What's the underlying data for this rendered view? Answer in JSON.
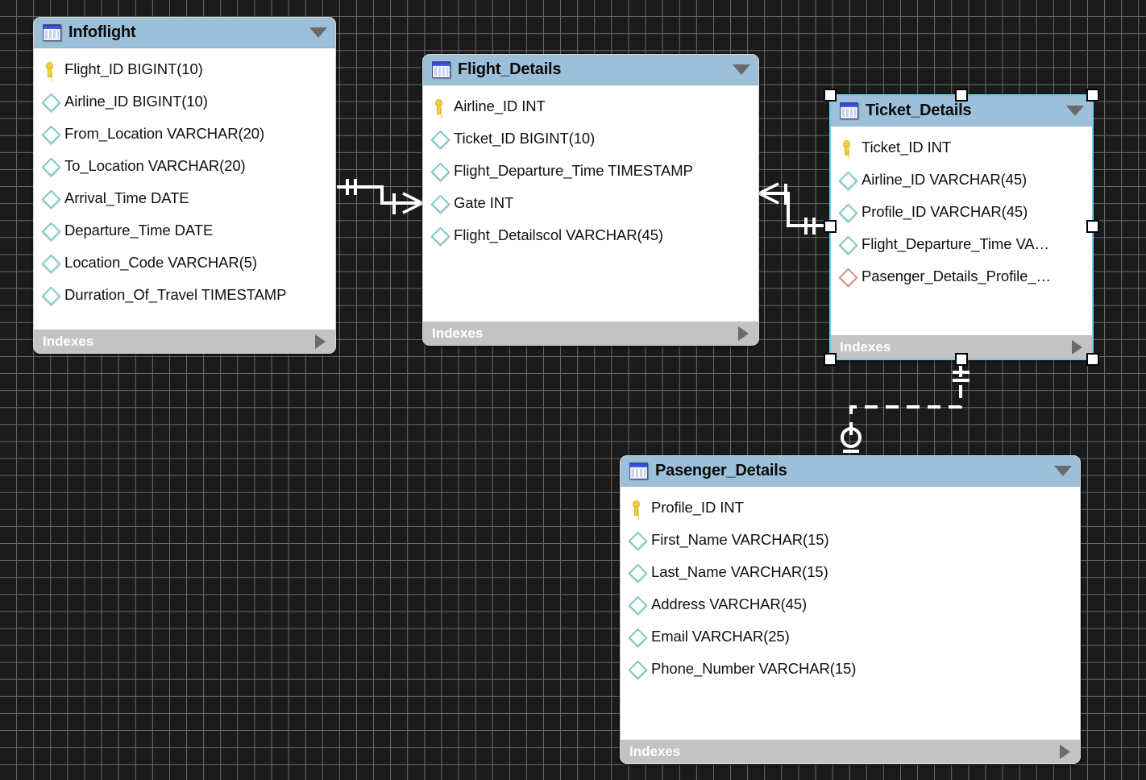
{
  "app": {
    "canvas_background": "#1b1b1b",
    "grid_color": "#6a6a6a",
    "header_color": "#9cc0da",
    "footer_color": "#c3c3c3",
    "selection_color": "#6fd0e8",
    "pk_icon_color": "#f2cf3f",
    "column_icon_color": "#7fc7c7",
    "fk_icon_color": "#e08c80"
  },
  "diagram": {
    "type": "eer-diagram",
    "tables": [
      {
        "name": "Infoflight",
        "icon": "table-icon",
        "collapse_icon": "chevron-down-icon",
        "selected": false,
        "footer_label": "Indexes",
        "footer_icon": "chevron-right-icon",
        "columns": [
          {
            "icon": "key-icon",
            "text": "Flight_ID BIGINT(10)"
          },
          {
            "icon": "diamond-icon",
            "text": "Airline_ID BIGINT(10)"
          },
          {
            "icon": "diamond-icon",
            "text": "From_Location VARCHAR(20)"
          },
          {
            "icon": "diamond-icon",
            "text": "To_Location VARCHAR(20)"
          },
          {
            "icon": "diamond-icon",
            "text": "Arrival_Time DATE"
          },
          {
            "icon": "diamond-icon",
            "text": "Departure_Time DATE"
          },
          {
            "icon": "diamond-icon",
            "text": "Location_Code VARCHAR(5)"
          },
          {
            "icon": "diamond-icon",
            "text": "Durration_Of_Travel TIMESTAMP"
          }
        ]
      },
      {
        "name": "Flight_Details",
        "icon": "table-icon",
        "collapse_icon": "chevron-down-icon",
        "selected": false,
        "footer_label": "Indexes",
        "footer_icon": "chevron-right-icon",
        "columns": [
          {
            "icon": "key-icon",
            "text": "Airline_ID INT"
          },
          {
            "icon": "diamond-icon",
            "text": "Ticket_ID BIGINT(10)"
          },
          {
            "icon": "diamond-icon",
            "text": "Flight_Departure_Time TIMESTAMP"
          },
          {
            "icon": "diamond-icon",
            "text": "Gate INT"
          },
          {
            "icon": "diamond-icon",
            "text": "Flight_Detailscol VARCHAR(45)"
          }
        ]
      },
      {
        "name": "Ticket_Details",
        "icon": "table-icon",
        "collapse_icon": "chevron-down-icon",
        "selected": true,
        "footer_label": "Indexes",
        "footer_icon": "chevron-right-icon",
        "columns": [
          {
            "icon": "key-icon",
            "text": "Ticket_ID INT"
          },
          {
            "icon": "diamond-icon",
            "text": "Airline_ID VARCHAR(45)"
          },
          {
            "icon": "diamond-icon",
            "text": "Profile_ID VARCHAR(45)"
          },
          {
            "icon": "diamond-icon",
            "text": "Flight_Departure_Time VA…"
          },
          {
            "icon": "diamond-fk-icon",
            "text": "Pasenger_Details_Profile_…"
          }
        ]
      },
      {
        "name": "Pasenger_Details",
        "icon": "table-icon",
        "collapse_icon": "chevron-down-icon",
        "selected": false,
        "footer_label": "Indexes",
        "footer_icon": "chevron-right-icon",
        "columns": [
          {
            "icon": "key-icon",
            "text": "Profile_ID INT"
          },
          {
            "icon": "diamond-icon",
            "text": "First_Name VARCHAR(15)"
          },
          {
            "icon": "diamond-icon",
            "text": "Last_Name VARCHAR(15)"
          },
          {
            "icon": "diamond-icon",
            "text": "Address VARCHAR(45)"
          },
          {
            "icon": "diamond-icon",
            "text": "Email VARCHAR(25)"
          },
          {
            "icon": "diamond-icon",
            "text": "Phone_Number VARCHAR(15)"
          }
        ]
      }
    ],
    "relationships": [
      {
        "from": "Infoflight",
        "to": "Flight_Details",
        "style": "solid",
        "from_cardinality": "one",
        "to_cardinality": "many"
      },
      {
        "from": "Flight_Details",
        "to": "Ticket_Details",
        "style": "solid",
        "from_cardinality": "many",
        "to_cardinality": "one"
      },
      {
        "from": "Ticket_Details",
        "to": "Pasenger_Details",
        "style": "dashed",
        "from_cardinality": "one",
        "to_cardinality": "zero-or-one"
      }
    ]
  }
}
